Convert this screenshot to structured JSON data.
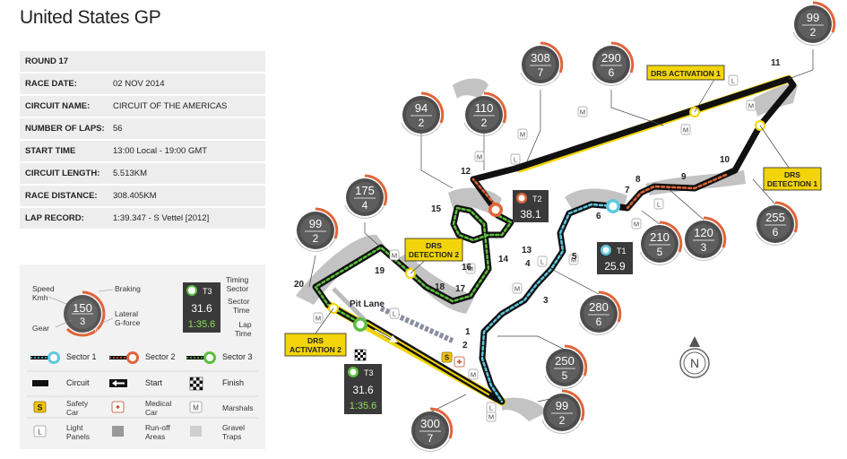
{
  "title": "United States GP",
  "info": [
    {
      "label": "ROUND 17",
      "value": ""
    },
    {
      "label": "RACE DATE:",
      "value": "02 NOV 2014"
    },
    {
      "label": "CIRCUIT NAME:",
      "value": "CIRCUIT OF THE AMERICAS"
    },
    {
      "label": "NUMBER OF LAPS:",
      "value": "56"
    },
    {
      "label": "START TIME",
      "value": "13:00 Local - 19:00 GMT"
    },
    {
      "label": "CIRCUIT LENGTH:",
      "value": "5.513KM"
    },
    {
      "label": "RACE DISTANCE:",
      "value": "308.405KM"
    },
    {
      "label": "LAP RECORD:",
      "value": "1:39.347 - S Vettel [2012]"
    }
  ],
  "legend": {
    "speed": "Speed\nKmh",
    "gear": "Gear",
    "braking": "Braking",
    "lateral": "Lateral\nG-force",
    "timing_sector": "Timing\nSector",
    "sector_time": "Sector\nTime",
    "lap_time": "Lap\nTime",
    "gauge_speed": "150",
    "gauge_gear": "3",
    "gauge_g": "0.1",
    "ts_label": "T3",
    "ts_sector": "31.6",
    "ts_lap": "1:35.6",
    "sector1": "Sector 1",
    "sector2": "Sector 2",
    "sector3": "Sector 3",
    "circuit": "Circuit",
    "start": "Start",
    "finish": "Finish",
    "safety_car": "Safety\nCar",
    "medical_car": "Medical\nCar",
    "marshals": "Marshals",
    "light_panels": "Light\nPanels",
    "runoff": "Run-off\nAreas",
    "gravel": "Gravel\nTraps",
    "s_glyph": "S",
    "m_glyph": "M",
    "l_glyph": "L"
  },
  "map": {
    "gauges": [
      {
        "speed": "99",
        "gear": "2",
        "g": "2.0"
      },
      {
        "speed": "308",
        "gear": "7",
        "g": "0.1"
      },
      {
        "speed": "290",
        "gear": "6",
        "g": "0.1"
      },
      {
        "speed": "94",
        "gear": "2",
        "g": "2.0"
      },
      {
        "speed": "110",
        "gear": "2",
        "g": "-1.0"
      },
      {
        "speed": "175",
        "gear": "4",
        "g": "3.0"
      },
      {
        "speed": "99",
        "gear": "2",
        "g": "2.0"
      },
      {
        "speed": "255",
        "gear": "6",
        "g": "0.5"
      },
      {
        "speed": "120",
        "gear": "3",
        "g": "-1.0"
      },
      {
        "speed": "210",
        "gear": "5",
        "g": "2.1"
      },
      {
        "speed": "280",
        "gear": "6",
        "g": "0.5"
      },
      {
        "speed": "250",
        "gear": "5",
        "g": "2.0"
      },
      {
        "speed": "99",
        "gear": "2",
        "g": "2.0"
      },
      {
        "speed": "300",
        "gear": "7",
        "g": "0.1"
      }
    ],
    "timers": [
      {
        "label": "T2",
        "time": "38.1"
      },
      {
        "label": "T1",
        "time": "25.9"
      }
    ],
    "pit_timer": {
      "label": "T3",
      "time": "31.6",
      "lap": "1:35.6"
    },
    "drs": [
      {
        "text": "DRS ACTIVATION 1"
      },
      {
        "text": "DRS\nDETECTION 1"
      },
      {
        "text": "DRS\nDETECTION 2"
      },
      {
        "text": "DRS\nACTIVATION 2"
      }
    ],
    "turns": [
      "1",
      "2",
      "3",
      "4",
      "5",
      "6",
      "7",
      "8",
      "9",
      "10",
      "11",
      "12",
      "13",
      "14",
      "15",
      "16",
      "17",
      "18",
      "19",
      "20"
    ],
    "pit_lane": "Pit Lane",
    "compass": "N",
    "colors": {
      "sector1": "#5ec8e0",
      "sector2": "#e0643a",
      "sector3": "#5cbf3e",
      "drs": "#f2d40a",
      "track": "#111111",
      "runoff": "#b4b4b4"
    }
  }
}
